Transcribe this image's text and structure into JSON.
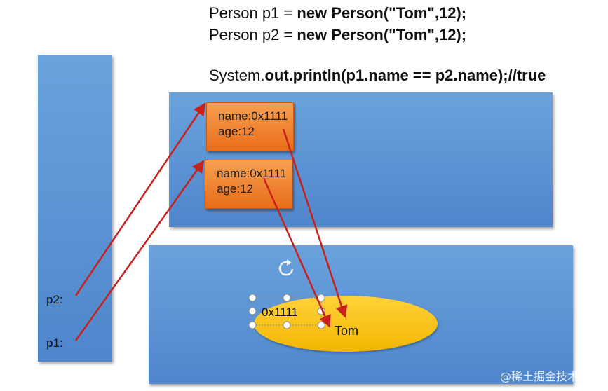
{
  "code": {
    "line1_plain": "Person p1 = ",
    "line1_bold": "new Person(\"Tom\",12);",
    "line2_plain": "Person p2 = ",
    "line2_bold": "new Person(\"Tom\",12);",
    "line3_plain": "System.",
    "line3_bold": "out.println(p1.name == p2.name);//true"
  },
  "objects": [
    {
      "name": "name:0x1111",
      "age": "age:12"
    },
    {
      "name": "name:0x1111",
      "age": "age:12"
    }
  ],
  "stack": {
    "p2_label": "p2:",
    "p1_label": "p1:"
  },
  "string_pool": {
    "address": "0x1111",
    "value": "Tom"
  },
  "watermark": "@稀土掘金技术社区",
  "colors": {
    "block_blue": "#5b92d4",
    "object_orange": "#ee7a25",
    "ellipse_yellow": "#f9c31a",
    "arrow_red": "#c8201b"
  },
  "icons": {
    "rotate": "rotate-handle-icon"
  }
}
